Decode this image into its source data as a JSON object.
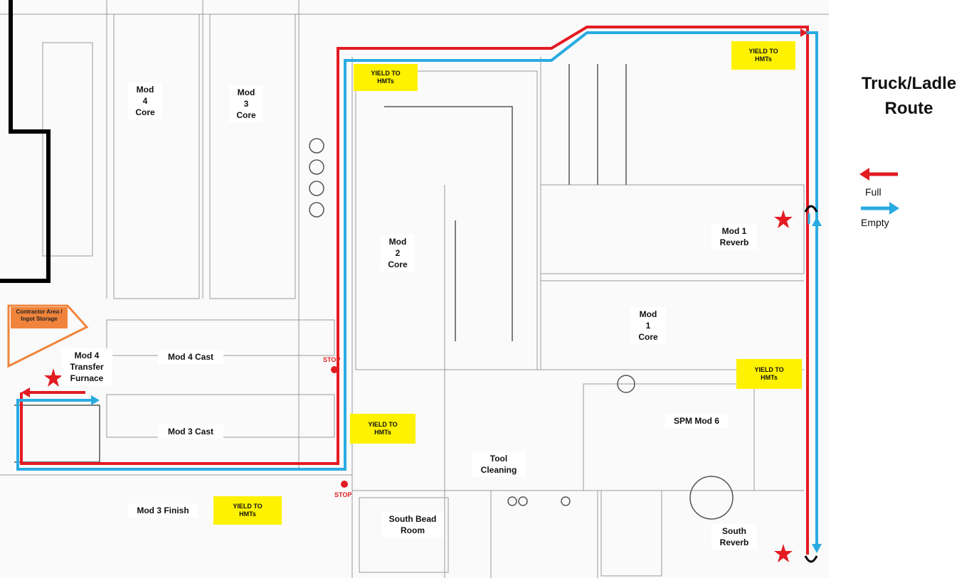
{
  "title": "Truck/Ladle\nRoute",
  "legend": {
    "full": {
      "label": "Full",
      "color": "#e31b23"
    },
    "empty": {
      "label": "Empty",
      "color": "#29abe2"
    }
  },
  "areas": [
    {
      "id": "mod4-core",
      "label": "Mod\n4\nCore"
    },
    {
      "id": "mod3-core",
      "label": "Mod\n3\nCore"
    },
    {
      "id": "mod2-core",
      "label": "Mod\n2\nCore"
    },
    {
      "id": "mod1-reverb",
      "label": "Mod 1\nReverb"
    },
    {
      "id": "mod1-core",
      "label": "Mod\n1\nCore"
    },
    {
      "id": "mod4-transfer-furnace",
      "label": "Mod 4\nTransfer\nFurnace"
    },
    {
      "id": "mod4-cast",
      "label": "Mod 4 Cast"
    },
    {
      "id": "mod3-cast",
      "label": "Mod 3 Cast"
    },
    {
      "id": "mod3-finish",
      "label": "Mod 3 Finish"
    },
    {
      "id": "spm-mod6",
      "label": "SPM Mod 6"
    },
    {
      "id": "tool-cleaning",
      "label": "Tool\nCleaning"
    },
    {
      "id": "south-bead-room",
      "label": "South Bead\nRoom"
    },
    {
      "id": "south-reverb",
      "label": "South\nReverb"
    }
  ],
  "yield_signs": [
    {
      "id": "yield-top-center",
      "label": "YIELD TO\nHMTs"
    },
    {
      "id": "yield-top-right",
      "label": "YIELD TO\nHMTs"
    },
    {
      "id": "yield-mid-right",
      "label": "YIELD TO\nHMTs"
    },
    {
      "id": "yield-mid-center",
      "label": "YIELD TO\nHMTs"
    },
    {
      "id": "yield-bottom-left",
      "label": "YIELD TO\nHMTs"
    }
  ],
  "contractor_area": {
    "label": "Contractor Area /\nIngot Storage",
    "color": "#f0843c"
  },
  "stop_signs": [
    {
      "id": "stop-upper",
      "label": "STOP"
    },
    {
      "id": "stop-lower",
      "label": "STOP"
    }
  ],
  "colors": {
    "star": "#e31b23",
    "stop": "#e31b23",
    "yield": "#fff200"
  }
}
